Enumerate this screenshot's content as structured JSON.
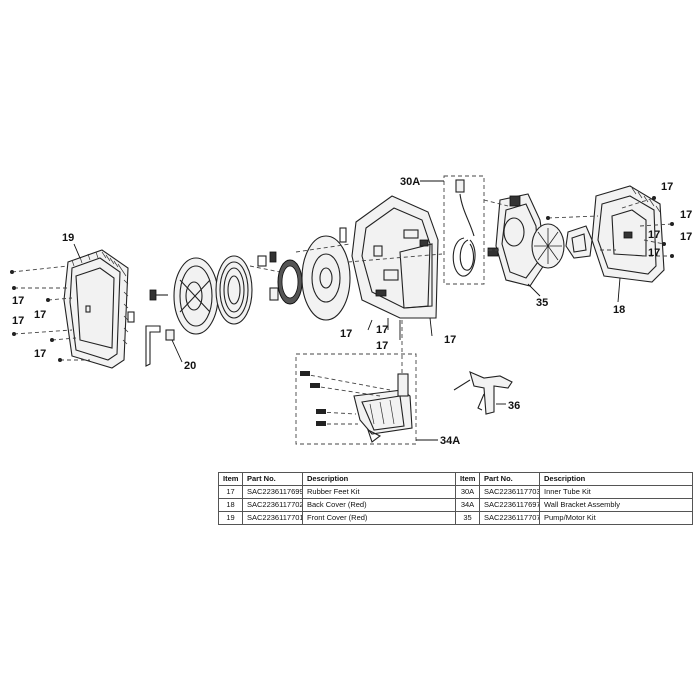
{
  "callouts": {
    "c19": "19",
    "c17": "17",
    "c20": "20",
    "c30a": "30A",
    "c35": "35",
    "c18": "18",
    "c34a": "34A",
    "c36": "36"
  },
  "table": {
    "headers": {
      "item": "Item",
      "part_no": "Part No.",
      "description": "Description"
    },
    "left_rows": [
      {
        "item": "17",
        "part_no": "SAC2236117699",
        "description": "Rubber Feet Kit"
      },
      {
        "item": "18",
        "part_no": "SAC2236117702",
        "description": "Back Cover (Red)"
      },
      {
        "item": "19",
        "part_no": "SAC2236117701",
        "description": "Front Cover (Red)"
      }
    ],
    "right_rows": [
      {
        "item": "30A",
        "part_no": "SAC2236117703",
        "description": "Inner Tube Kit"
      },
      {
        "item": "34A",
        "part_no": "SAC2236117697",
        "description": "Wall Bracket Assembly"
      },
      {
        "item": "35",
        "part_no": "SAC2236117707",
        "description": "Pump/Motor Kit"
      }
    ]
  }
}
